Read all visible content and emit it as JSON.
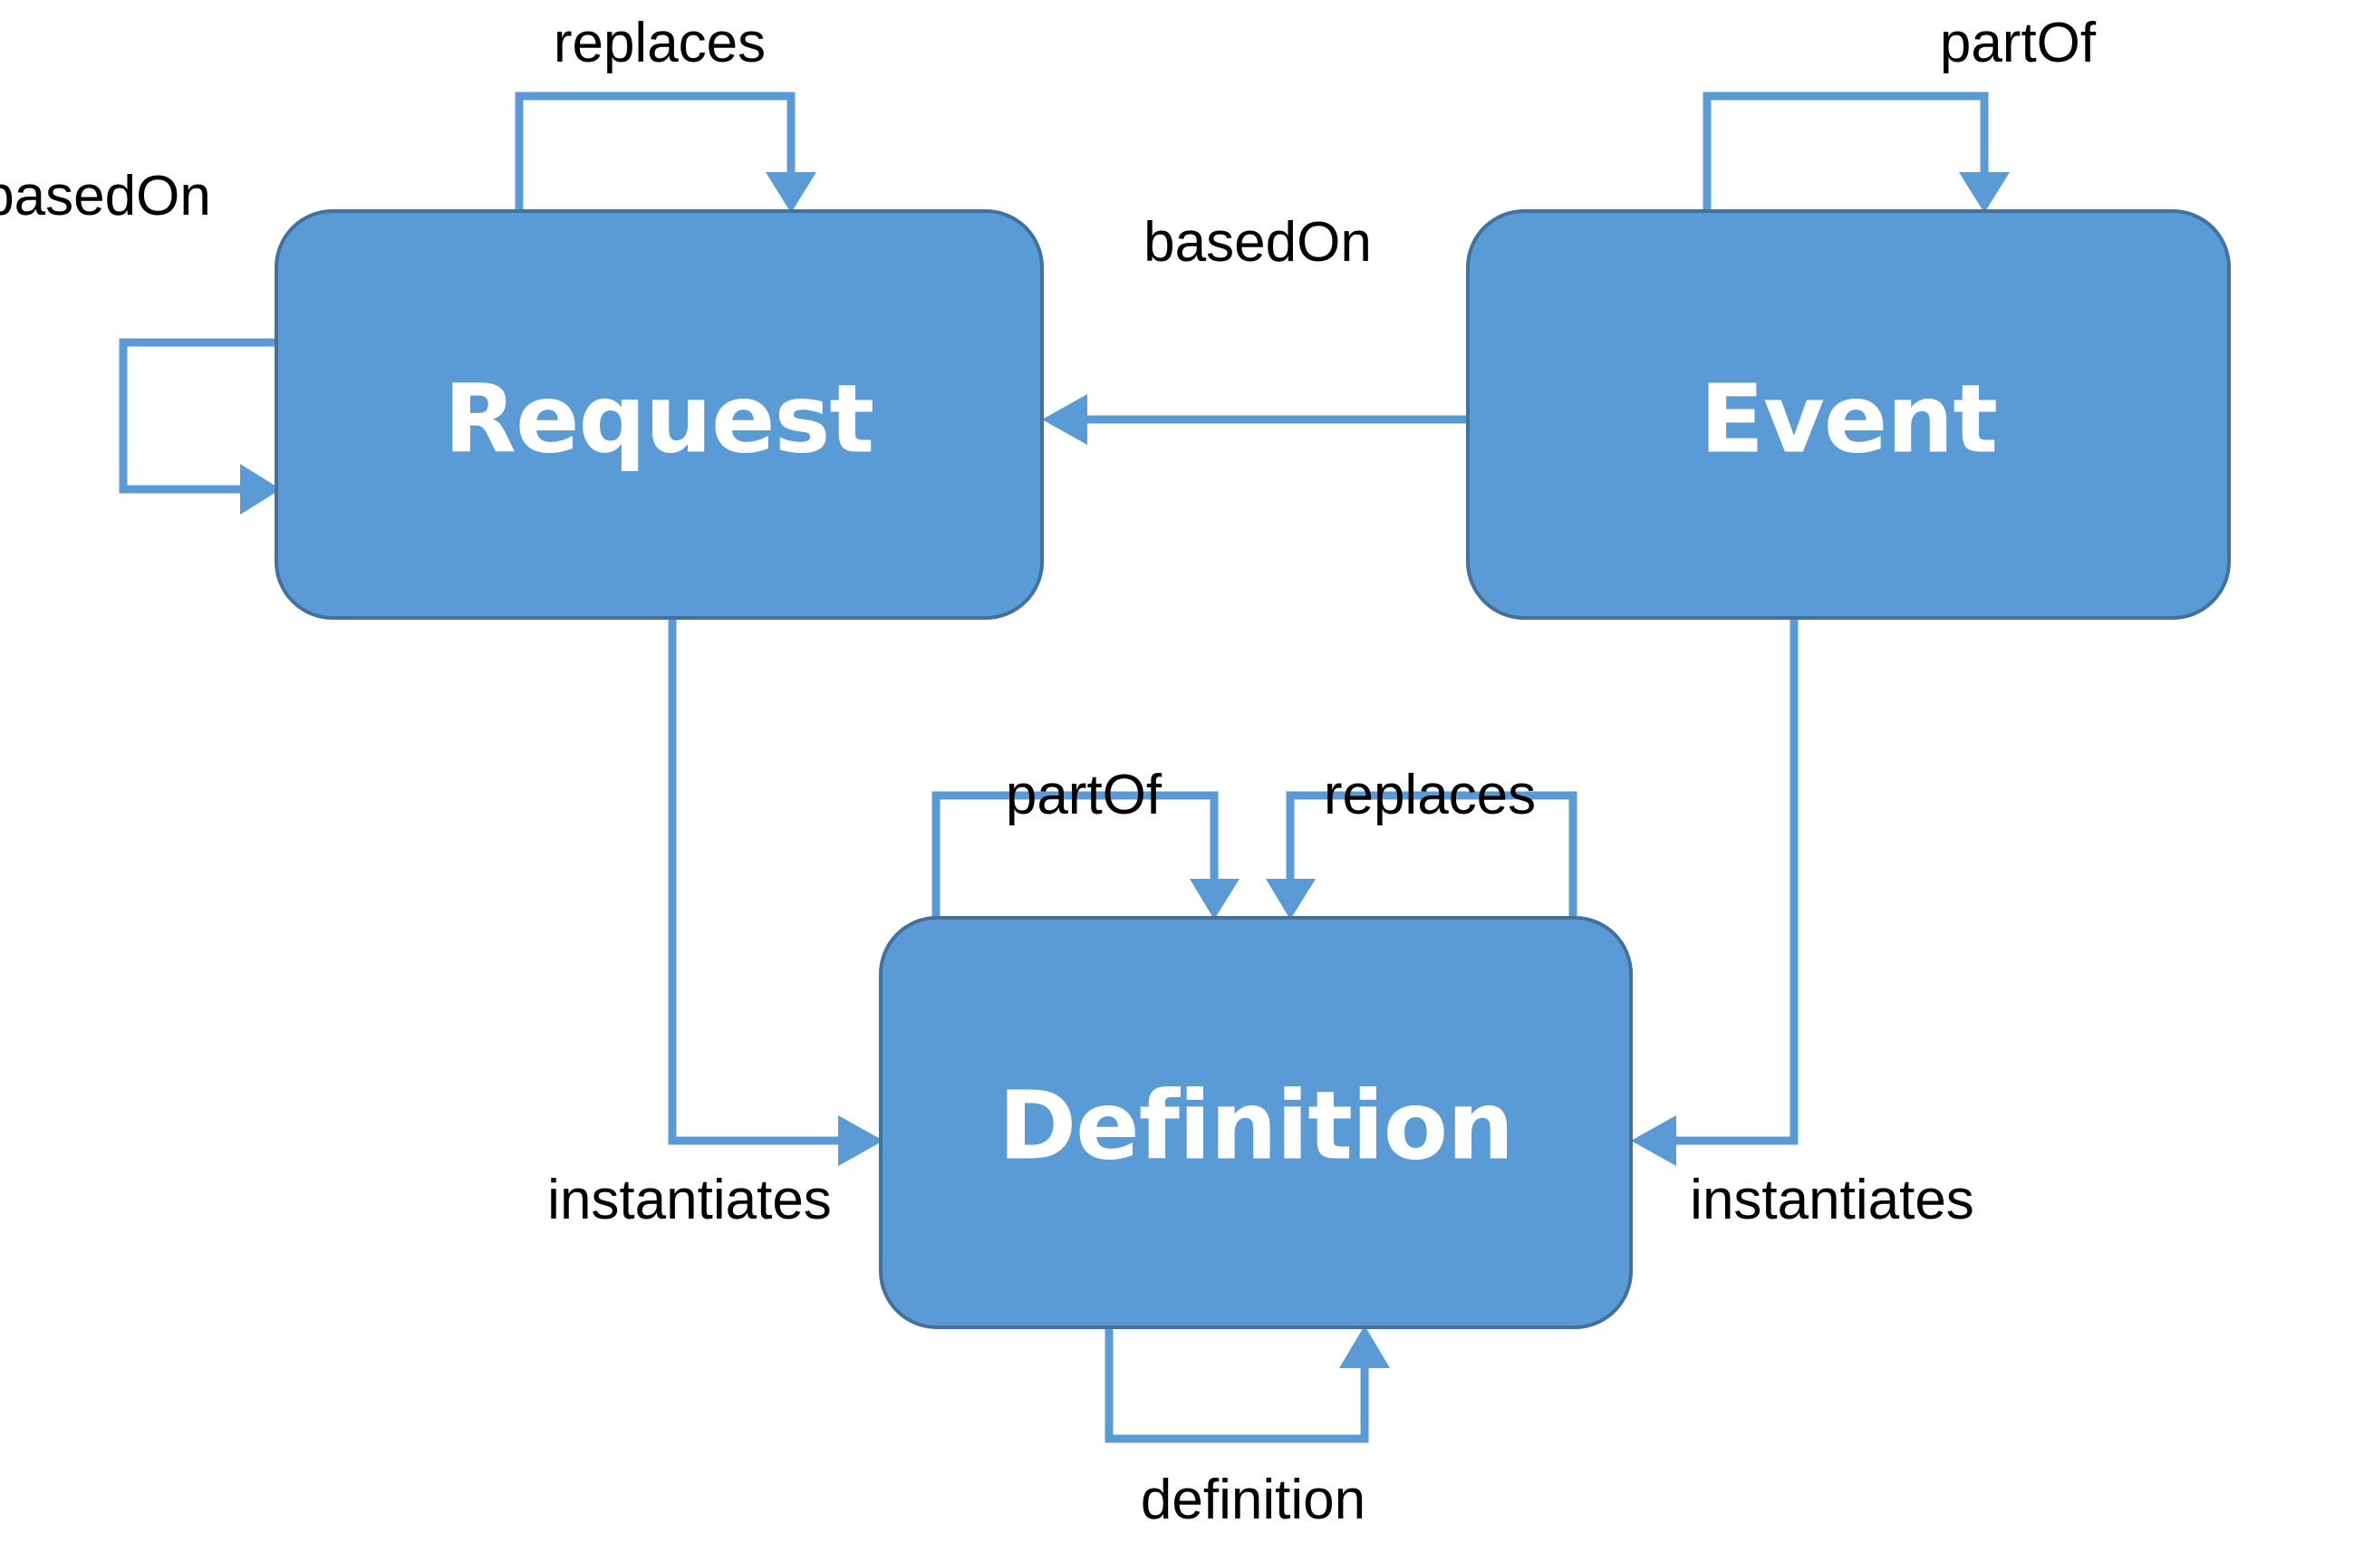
{
  "diagram": {
    "type": "entity-relationship-graph",
    "background_color": "#FFFFFF",
    "node_fill_color": "#5B9BD5",
    "node_stroke_color": "#41719C",
    "node_label_color": "#FFFFFF",
    "edge_color": "#5B9BD5",
    "edge_label_color": "#000000",
    "nodes": [
      {
        "id": "request",
        "label": "Request"
      },
      {
        "id": "event",
        "label": "Event"
      },
      {
        "id": "definition",
        "label": "Definition"
      }
    ],
    "edges": [
      {
        "id": "request-replaces",
        "label": "replaces",
        "from": "request",
        "to": "request",
        "kind": "self-loop-top"
      },
      {
        "id": "request-basedon",
        "label": "basedOn",
        "from": "request",
        "to": "request",
        "kind": "self-loop-left"
      },
      {
        "id": "event-partof",
        "label": "partOf",
        "from": "event",
        "to": "event",
        "kind": "self-loop-top"
      },
      {
        "id": "event-basedon-request",
        "label": "basedOn",
        "from": "event",
        "to": "request",
        "kind": "horizontal"
      },
      {
        "id": "definition-partof",
        "label": "partOf",
        "from": "definition",
        "to": "definition",
        "kind": "self-loop-top"
      },
      {
        "id": "definition-replaces",
        "label": "replaces",
        "from": "definition",
        "to": "definition",
        "kind": "self-loop-top"
      },
      {
        "id": "request-instantiates-definition",
        "label": "instantiates",
        "from": "request",
        "to": "definition",
        "kind": "elbow"
      },
      {
        "id": "event-instantiates-definition",
        "label": "instantiates",
        "from": "event",
        "to": "definition",
        "kind": "elbow"
      },
      {
        "id": "definition-definition",
        "label": "definition",
        "from": "definition",
        "to": "definition",
        "kind": "self-loop-bottom"
      }
    ],
    "labels": {
      "request": "Request",
      "event": "Event",
      "definition": "Definition",
      "replaces_request": "replaces",
      "basedon_request_self": "basedOn",
      "partof_event": "partOf",
      "basedon_event_request": "basedOn",
      "partof_definition": "partOf",
      "replaces_definition": "replaces",
      "instantiates_left": "instantiates",
      "instantiates_right": "instantiates",
      "definition_self": "definition"
    }
  }
}
